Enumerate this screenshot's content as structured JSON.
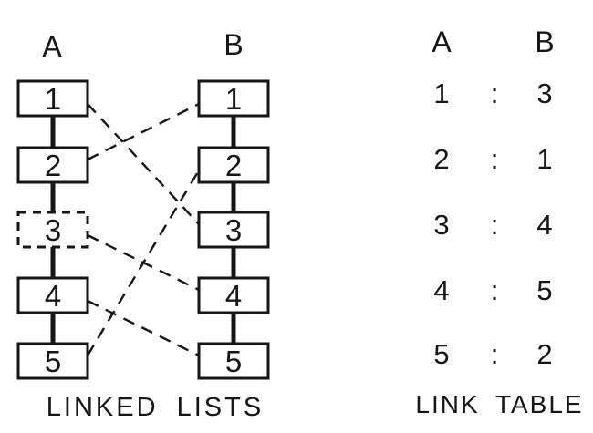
{
  "colors": {
    "ink": "#161616",
    "paper": "#ffffff"
  },
  "diagram": {
    "caption": "LINKED LISTS",
    "column_labels": {
      "a": "A",
      "b": "B"
    },
    "list_a": [
      {
        "value": "1",
        "border": "solid"
      },
      {
        "value": "2",
        "border": "solid"
      },
      {
        "value": "3",
        "border": "dashed"
      },
      {
        "value": "4",
        "border": "solid"
      },
      {
        "value": "5",
        "border": "solid"
      }
    ],
    "list_b": [
      {
        "value": "1",
        "border": "solid"
      },
      {
        "value": "2",
        "border": "solid"
      },
      {
        "value": "3",
        "border": "solid"
      },
      {
        "value": "4",
        "border": "solid"
      },
      {
        "value": "5",
        "border": "solid"
      }
    ],
    "links": [
      {
        "from_a": 1,
        "to_b": 3
      },
      {
        "from_a": 2,
        "to_b": 1
      },
      {
        "from_a": 3,
        "to_b": 4
      },
      {
        "from_a": 4,
        "to_b": 5
      },
      {
        "from_a": 5,
        "to_b": 2
      }
    ]
  },
  "link_table": {
    "caption": "LINK TABLE",
    "headers": {
      "a": "A",
      "b": "B"
    },
    "separator": ":",
    "rows": [
      {
        "a": "1",
        "b": "3"
      },
      {
        "a": "2",
        "b": "1"
      },
      {
        "a": "3",
        "b": "4"
      },
      {
        "a": "4",
        "b": "5"
      },
      {
        "a": "5",
        "b": "2"
      }
    ]
  }
}
